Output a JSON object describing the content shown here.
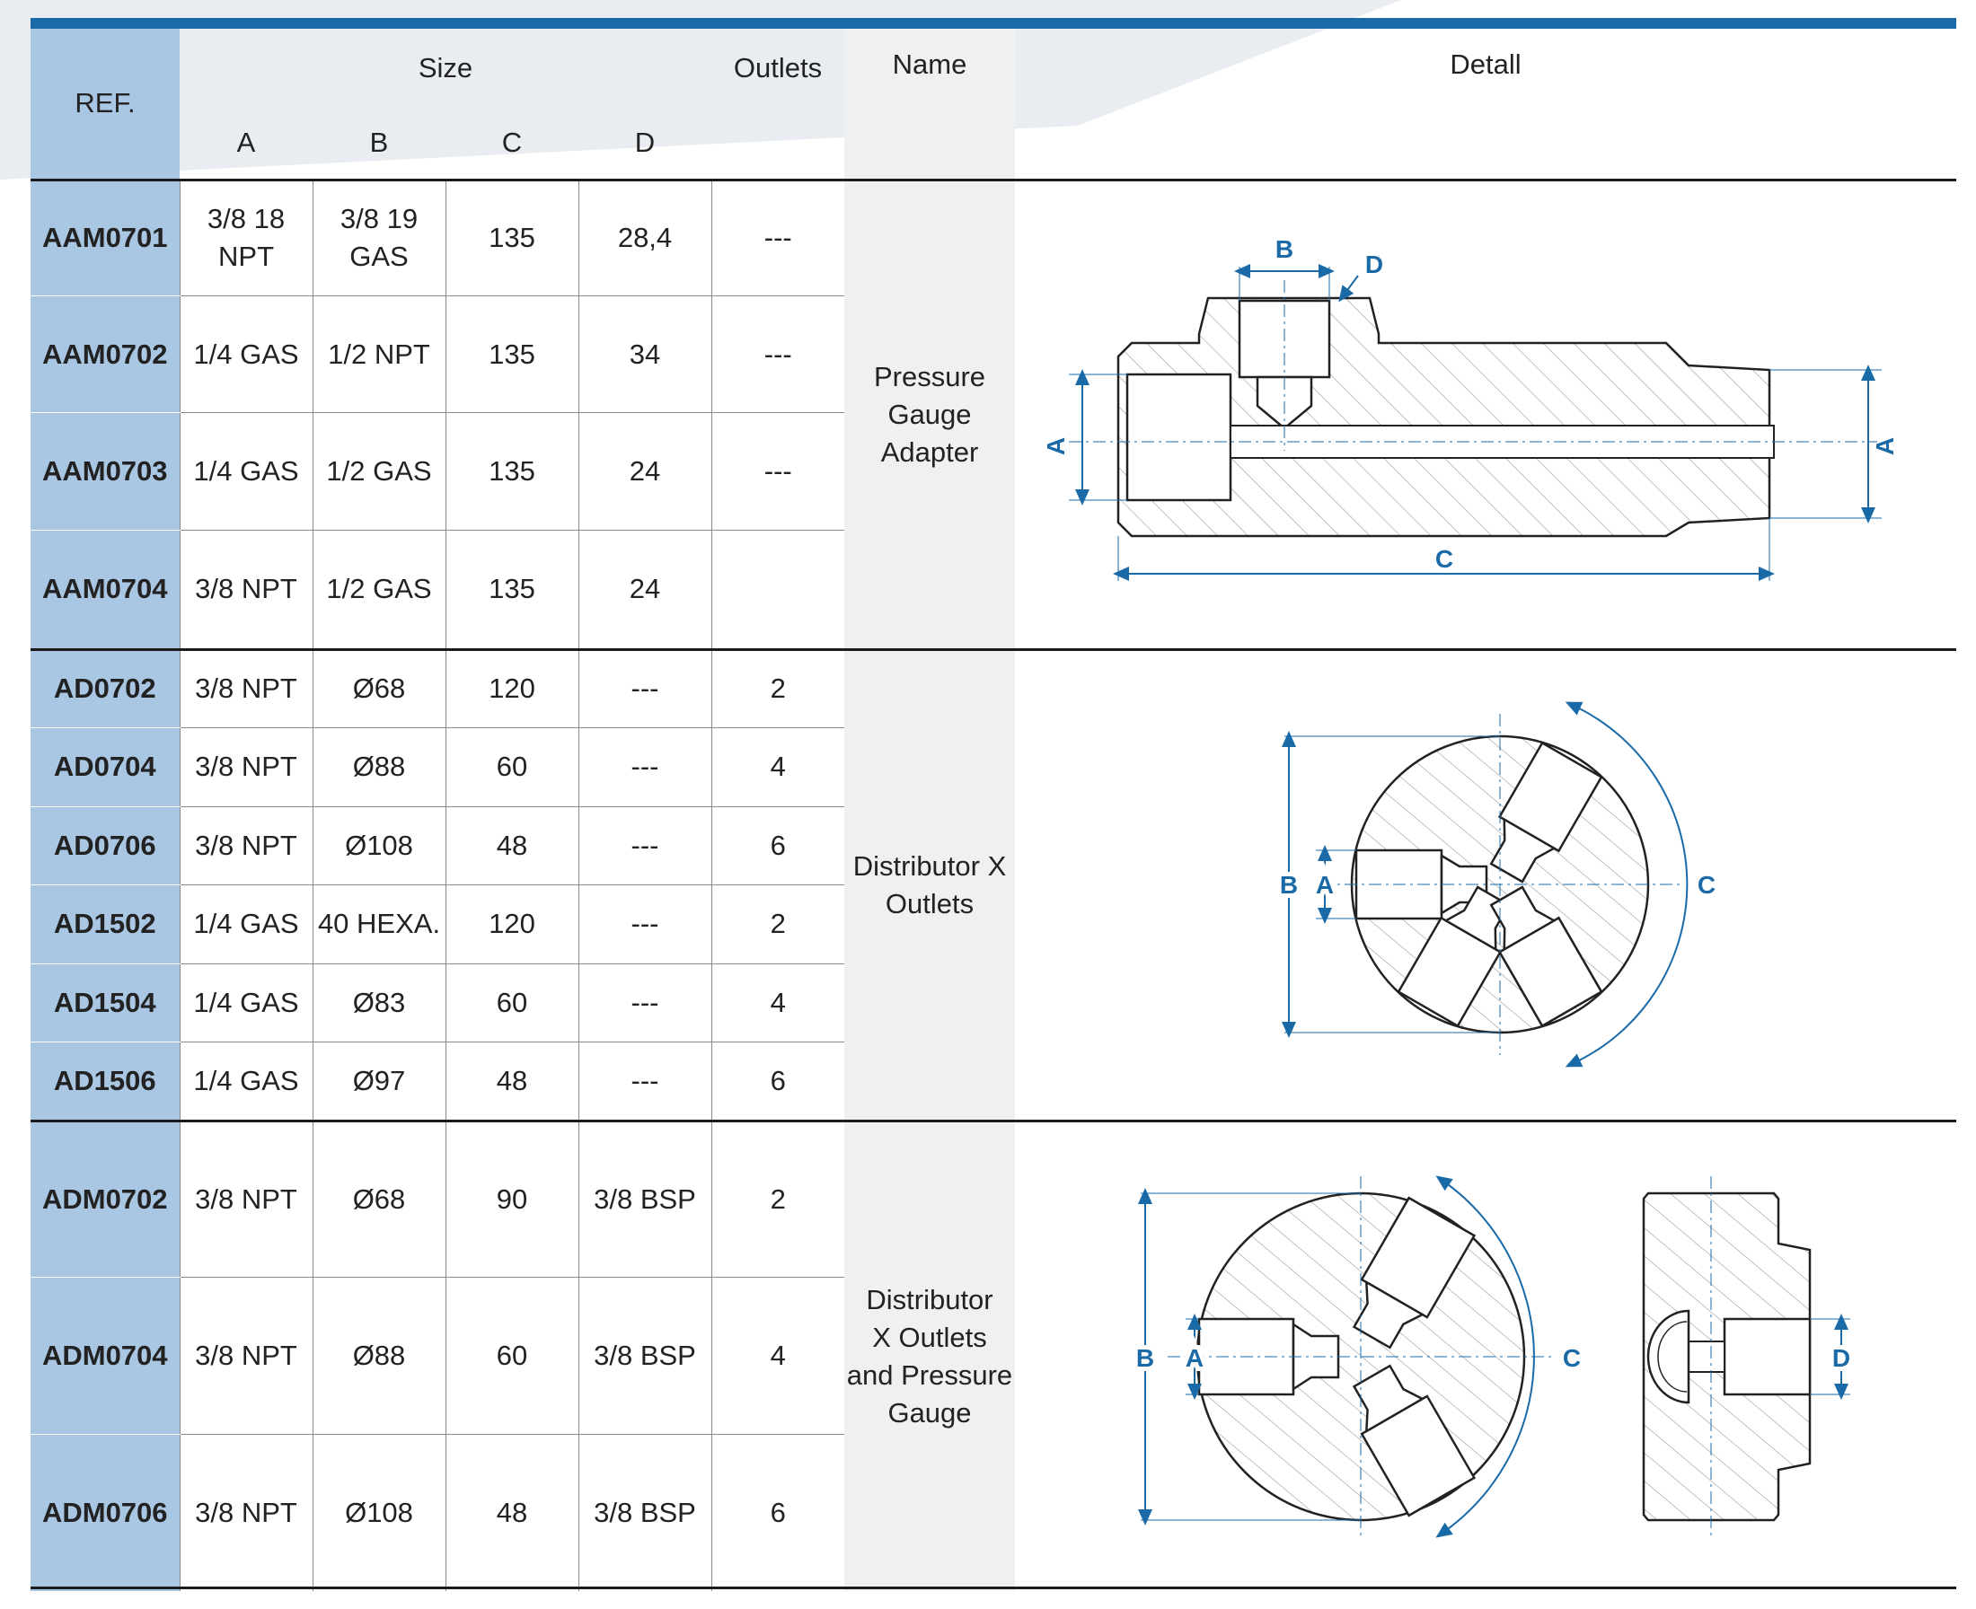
{
  "header": {
    "ref": "REF.",
    "size": "Size",
    "outlets": "Outlets",
    "name": "Name",
    "detail": "Detall",
    "sub": [
      "A",
      "B",
      "C",
      "D"
    ]
  },
  "groups": [
    {
      "name_lines": [
        "Pressure",
        "Gauge Adapter"
      ],
      "rows": [
        {
          "ref": "AAM0701",
          "a": [
            "3/8 18",
            "NPT"
          ],
          "b": [
            "3/8 19",
            "GAS"
          ],
          "c": "135",
          "d": "28,4",
          "outlets": "---"
        },
        {
          "ref": "AAM0702",
          "a": [
            "1/4 GAS"
          ],
          "b": [
            "1/2 NPT"
          ],
          "c": "135",
          "d": "34",
          "outlets": "---"
        },
        {
          "ref": "AAM0703",
          "a": [
            "1/4 GAS"
          ],
          "b": [
            "1/2 GAS"
          ],
          "c": "135",
          "d": "24",
          "outlets": "---"
        },
        {
          "ref": "AAM0704",
          "a": [
            "3/8 NPT"
          ],
          "b": [
            "1/2 GAS"
          ],
          "c": "135",
          "d": "24",
          "outlets": ""
        }
      ]
    },
    {
      "name_lines": [
        "Distributor X",
        "Outlets"
      ],
      "rows": [
        {
          "ref": "AD0702",
          "a": [
            "3/8 NPT"
          ],
          "b": [
            "Ø68"
          ],
          "c": "120",
          "d": "---",
          "outlets": "2"
        },
        {
          "ref": "AD0704",
          "a": [
            "3/8 NPT"
          ],
          "b": [
            "Ø88"
          ],
          "c": "60",
          "d": "---",
          "outlets": "4"
        },
        {
          "ref": "AD0706",
          "a": [
            "3/8 NPT"
          ],
          "b": [
            "Ø108"
          ],
          "c": "48",
          "d": "---",
          "outlets": "6"
        },
        {
          "ref": "AD1502",
          "a": [
            "1/4 GAS"
          ],
          "b": [
            "40 HEXA."
          ],
          "c": "120",
          "d": "---",
          "outlets": "2"
        },
        {
          "ref": "AD1504",
          "a": [
            "1/4 GAS"
          ],
          "b": [
            "Ø83"
          ],
          "c": "60",
          "d": "---",
          "outlets": "4"
        },
        {
          "ref": "AD1506",
          "a": [
            "1/4 GAS"
          ],
          "b": [
            "Ø97"
          ],
          "c": "48",
          "d": "---",
          "outlets": "6"
        }
      ]
    },
    {
      "name_lines": [
        "Distributor",
        "X Outlets",
        "and Pressure",
        "Gauge"
      ],
      "rows": [
        {
          "ref": "ADM0702",
          "a": [
            "3/8 NPT"
          ],
          "b": [
            "Ø68"
          ],
          "c": "90",
          "d": "3/8 BSP",
          "outlets": "2"
        },
        {
          "ref": "ADM0704",
          "a": [
            "3/8 NPT"
          ],
          "b": [
            "Ø88"
          ],
          "c": "60",
          "d": "3/8 BSP",
          "outlets": "4"
        },
        {
          "ref": "ADM0706",
          "a": [
            "3/8 NPT"
          ],
          "b": [
            "Ø108"
          ],
          "c": "48",
          "d": "3/8 BSP",
          "outlets": "6"
        }
      ]
    }
  ],
  "drawing_labels": {
    "a": "A",
    "b": "B",
    "c": "C",
    "d": "D"
  },
  "colors": {
    "accent": "#1a6aa8",
    "ref_column": "#a9c6e3",
    "name_column": "#eef0f2",
    "dimension": "#1a6aa8",
    "outline": "#222222"
  }
}
